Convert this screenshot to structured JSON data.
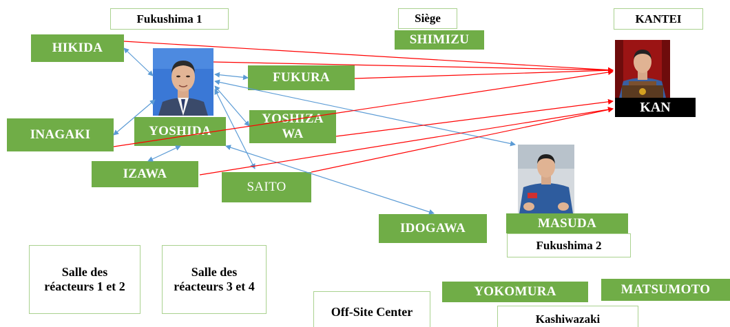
{
  "locations": {
    "fukushima1": "Fukushima 1",
    "siege": "Siège",
    "kantei": "KANTEI",
    "fukushima2": "Fukushima 2",
    "kashiwazaki": "Kashiwazaki",
    "offsite": "Off-Site Center",
    "salle12": "Salle des réacteurs 1 et 2",
    "salle34": "Salle des réacteurs 3 et 4"
  },
  "people": {
    "hikida": "HIKIDA",
    "inagaki": "INAGAKI",
    "yoshida": "YOSHIDA",
    "izawa": "IZAWA",
    "fukura": "FUKURA",
    "yoshizawa": "YOSHIZA WA",
    "saito": "SAITO",
    "idogawa": "IDOGAWA",
    "shimizu": "SHIMIZU",
    "kan": "KAN",
    "masuda": "MASUDA",
    "yokomura": "YOKOMURA",
    "matsumoto": "MATSUMOTO"
  },
  "colors": {
    "green": "#70ad47",
    "outline": "#a9d18e",
    "red_link": "#ff0000",
    "blue_link": "#5b9bd5"
  }
}
